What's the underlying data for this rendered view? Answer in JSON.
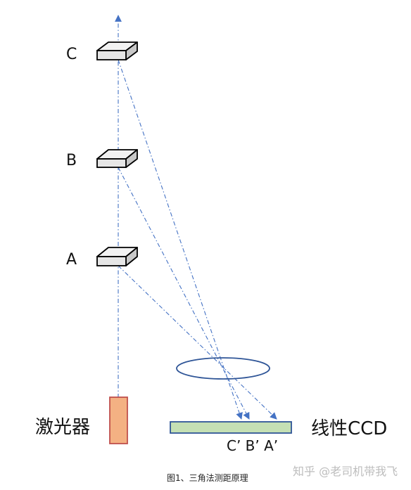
{
  "points": {
    "c_label": "C",
    "b_label": "B",
    "a_label": "A"
  },
  "laser": {
    "label": "激光器"
  },
  "ccd": {
    "label": "线性CCD",
    "image_labels": "C’ B’ A’"
  },
  "caption": "图1、三角法测距原理",
  "watermark": "知乎 @老司机带我飞",
  "colors": {
    "ray": "#4472c4",
    "block_face": "#e6e6e6",
    "block_top": "#f2f2f2",
    "block_side": "#c8c8c8",
    "laser_fill": "#f4b183",
    "laser_border": "#c0504d",
    "ccd_fill": "#c5e0b4",
    "ccd_border": "#2f5597",
    "lens_stroke": "#2f5597"
  }
}
